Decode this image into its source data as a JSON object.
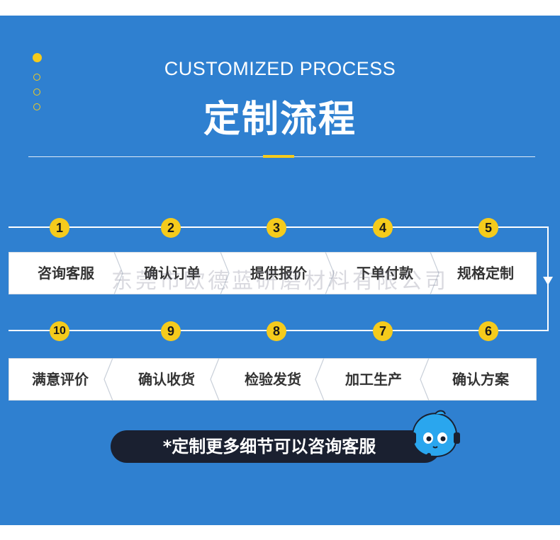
{
  "header": {
    "en_title": "CUSTOMIZED PROCESS",
    "cn_title": "定制流程"
  },
  "row1": [
    {
      "num": "1",
      "label": "咨询客服"
    },
    {
      "num": "2",
      "label": "确认订单"
    },
    {
      "num": "3",
      "label": "提供报价"
    },
    {
      "num": "4",
      "label": "下单付款"
    },
    {
      "num": "5",
      "label": "规格定制"
    }
  ],
  "row2": [
    {
      "num": "10",
      "label": "满意评价"
    },
    {
      "num": "9",
      "label": "确认收货"
    },
    {
      "num": "8",
      "label": "检验发货"
    },
    {
      "num": "7",
      "label": "加工生产"
    },
    {
      "num": "6",
      "label": "确认方案"
    }
  ],
  "watermark": "东莞市欧德蓝研磨材料有限公司",
  "footer": {
    "note": "*定制更多细节可以咨询客服",
    "icon": "customer-service-mascot-icon"
  },
  "colors": {
    "background": "#2f80d0",
    "accent": "#f5cb1c",
    "pill": "#1a2030"
  }
}
